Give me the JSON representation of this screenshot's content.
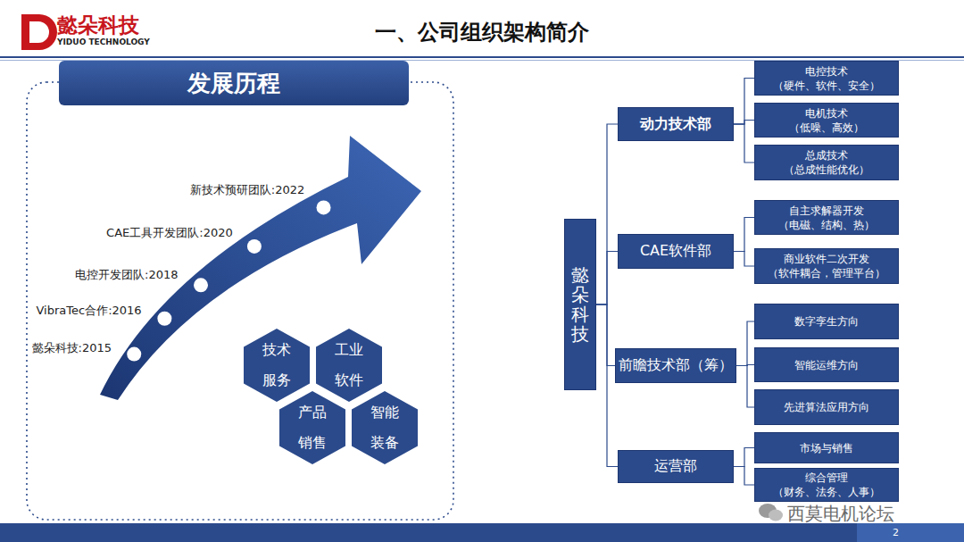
{
  "diagram": {
    "title": "一、公司组织架构简介",
    "nodes": [
      {
        "text": [
          "发展历程"
        ]
      },
      {
        "text": [
          "技术 服务"
        ]
      },
      {
        "text": [
          "工业 软件"
        ]
      },
      {
        "text": [
          "产品 销售"
        ]
      },
      {
        "text": [
          "智能 装备"
        ]
      },
      {
        "text": [
          "懿朵科技"
        ]
      },
      {
        "text": [
          "动力技术部"
        ]
      },
      {
        "text": [
          "电控技术",
          "（硬件、软件、安全）"
        ]
      },
      {
        "text": [
          "电机技术",
          "（低噪、高效）"
        ]
      },
      {
        "text": [
          "总成技术",
          "（总成性能优化）"
        ]
      },
      {
        "text": [
          "CAE软件部"
        ]
      },
      {
        "text": [
          "自主求解器开发",
          "（电磁、结构、热）"
        ]
      },
      {
        "text": [
          "商业软件二次开发",
          "（软件耦合，管理平台）"
        ]
      },
      {
        "text": [
          "前瞻技术部（筹）"
        ]
      },
      {
        "text": [
          "数字孪生方向"
        ]
      },
      {
        "text": [
          "智能运维方向"
        ]
      },
      {
        "text": [
          "先进算法应用方向"
        ]
      },
      {
        "text": [
          "运营部"
        ]
      },
      {
        "text": [
          "市场与销售"
        ]
      },
      {
        "text": [
          "综合管理",
          "（财务、法务、人事）"
        ]
      }
    ],
    "edges": [
      {
        "from": 5,
        "to": 6,
        "arrow": "none"
      },
      {
        "from": 5,
        "to": 10,
        "arrow": "none"
      },
      {
        "from": 5,
        "to": 13,
        "arrow": "none"
      },
      {
        "from": 5,
        "to": 17,
        "arrow": "none"
      },
      {
        "from": 6,
        "to": 7,
        "arrow": "none"
      },
      {
        "from": 6,
        "to": 8,
        "arrow": "none"
      },
      {
        "from": 6,
        "to": 9,
        "arrow": "none"
      },
      {
        "from": 10,
        "to": 11,
        "arrow": "none"
      },
      {
        "from": 10,
        "to": 12,
        "arrow": "none"
      },
      {
        "from": 13,
        "to": 14,
        "arrow": "none"
      },
      {
        "from": 13,
        "to": 15,
        "arrow": "none"
      },
      {
        "from": 13,
        "to": 16,
        "arrow": "none"
      },
      {
        "from": 17,
        "to": 18,
        "arrow": "none"
      },
      {
        "from": 17,
        "to": 19,
        "arrow": "none"
      }
    ],
    "labels": [
      "懿朵科技",
      "YIDUO TECHNOLOGY",
      "懿朵科技:2015",
      "VibraTec合作:2016",
      "电控开发团队:2018",
      "CAE工具开发团队:2020",
      "新技术预研团队:2022",
      "西莫电机论坛",
      "2"
    ]
  }
}
